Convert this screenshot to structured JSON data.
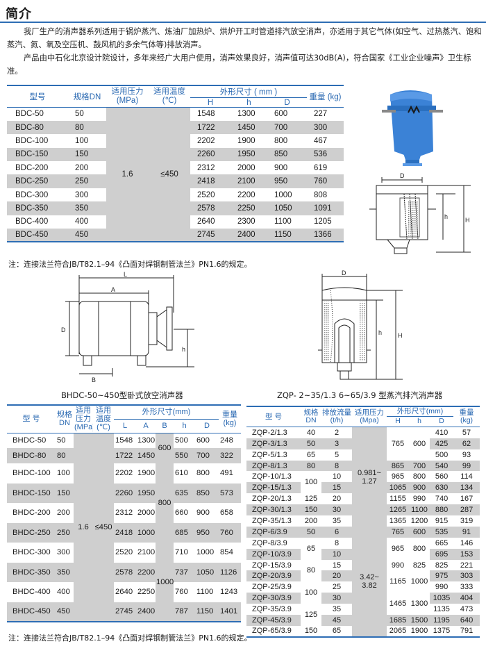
{
  "page_title": "简介",
  "intro": {
    "p1": "我厂生产的消声器系列适用于锅炉蒸汽、炼油厂加热炉、烘炉开工时管道排汽放空消声，亦适用于其它气体(如空气、过热蒸汽、饱和蒸汽、氮、氧及空压机、鼓风机的多余气体等)排放消声。",
    "p2": "产品由中石化北京设计院设计，多年来经广大用户使用，消声效果良好，消声值可达30dB(A)，符合国家《工业企业噪声》卫生标准。"
  },
  "table1": {
    "headers": {
      "model": "型号",
      "dn": "规格DN",
      "pressure": "适用压力",
      "pressure_unit": "(MPa)",
      "temp": "适用温度",
      "temp_unit": "(℃)",
      "dims": "外形尺寸 ( mm )",
      "H": "H",
      "h": "h",
      "D": "D",
      "weight": "重量 (kg)"
    },
    "pressure": "1.6",
    "temp": "≤450",
    "rows": [
      {
        "model": "BDC-50",
        "dn": "50",
        "H": "1548",
        "h": "1300",
        "D": "600",
        "w": "227"
      },
      {
        "model": "BDC-80",
        "dn": "80",
        "H": "1722",
        "h": "1450",
        "D": "700",
        "w": "300"
      },
      {
        "model": "BDC-100",
        "dn": "100",
        "H": "2202",
        "h": "1900",
        "D": "800",
        "w": "467"
      },
      {
        "model": "BDC-150",
        "dn": "150",
        "H": "2260",
        "h": "1950",
        "D": "850",
        "w": "536"
      },
      {
        "model": "BDC-200",
        "dn": "200",
        "H": "2312",
        "h": "2000",
        "D": "900",
        "w": "619"
      },
      {
        "model": "BDC-250",
        "dn": "250",
        "H": "2418",
        "h": "2100",
        "D": "950",
        "w": "760"
      },
      {
        "model": "BDC-300",
        "dn": "300",
        "H": "2520",
        "h": "2200",
        "D": "1000",
        "w": "808"
      },
      {
        "model": "BDC-350",
        "dn": "350",
        "H": "2578",
        "h": "2250",
        "D": "1050",
        "w": "1091"
      },
      {
        "model": "BDC-400",
        "dn": "400",
        "H": "2640",
        "h": "2300",
        "D": "1100",
        "w": "1205"
      },
      {
        "model": "BDC-450",
        "dn": "450",
        "H": "2745",
        "h": "2400",
        "D": "1150",
        "w": "1366"
      }
    ]
  },
  "note": "注：连接法兰符合JB/T82.1–94《凸面对焊钢制管法兰》PN1.6的规定。",
  "drawings": {
    "vertical_labels": {
      "D": "D",
      "H": "H",
      "h": "h"
    },
    "horizontal_labels": {
      "L": "L",
      "A": "A",
      "B": "B",
      "D": "D",
      "h": "h"
    },
    "zqp_labels": {
      "D": "D",
      "H": "H",
      "h": "h"
    },
    "caption_bhdc": "BHDC-50~450型卧式放空消声器",
    "caption_zqp": "ZQP- 2~35/1.3 6~65/3.9 型蒸汽排汽消声器"
  },
  "table2": {
    "headers": {
      "model": "型 号",
      "dn1": "规格",
      "dn2": "DN",
      "p1": "适用",
      "p2": "压力",
      "p3": "(MPa)",
      "t1": "适用",
      "t2": "温度",
      "t3": "(℃)",
      "dims": "外形尺寸(mm)",
      "L": "L",
      "A": "A",
      "B": "B",
      "h": "h",
      "D": "D",
      "w1": "重量",
      "w2": "(kg)"
    },
    "pressure": "1.6",
    "temp": "≤450",
    "B_groups": [
      "600",
      "800",
      "1000"
    ],
    "rows": [
      {
        "model": "BHDC-50",
        "dn": "50",
        "L": "1548",
        "A": "1300",
        "h": "500",
        "D": "600",
        "w": "248"
      },
      {
        "model": "BHDC-80",
        "dn": "80",
        "L": "1722",
        "A": "1450",
        "h": "550",
        "D": "700",
        "w": "322"
      },
      {
        "model": "BHDC-100",
        "dn": "100",
        "L": "2202",
        "A": "1900",
        "h": "610",
        "D": "800",
        "w": "491"
      },
      {
        "model": "BHDC-150",
        "dn": "150",
        "L": "2260",
        "A": "1950",
        "h": "635",
        "D": "850",
        "w": "573"
      },
      {
        "model": "BHDC-200",
        "dn": "200",
        "L": "2312",
        "A": "2000",
        "h": "660",
        "D": "900",
        "w": "658"
      },
      {
        "model": "BHDC-250",
        "dn": "250",
        "L": "2418",
        "A": "1000",
        "h": "685",
        "D": "950",
        "w": "760"
      },
      {
        "model": "BHDC-300",
        "dn": "300",
        "L": "2520",
        "A": "2100",
        "h": "710",
        "D": "1000",
        "w": "854"
      },
      {
        "model": "BHDC-350",
        "dn": "350",
        "L": "2578",
        "A": "2200",
        "h": "737",
        "D": "1050",
        "w": "1126"
      },
      {
        "model": "BHDC-400",
        "dn": "400",
        "L": "2640",
        "A": "2250",
        "h": "760",
        "D": "1100",
        "w": "1243"
      },
      {
        "model": "BHDC-450",
        "dn": "450",
        "L": "2745",
        "A": "2400",
        "h": "787",
        "D": "1150",
        "w": "1401"
      }
    ]
  },
  "table3": {
    "headers": {
      "model": "型 号",
      "dn1": "规格",
      "dn2": "DN",
      "f1": "排放流量",
      "f2": "(t/h)",
      "p1": "适用压力",
      "p2": "(Mpa)",
      "dims": "外形尺寸(mm)",
      "H": "H",
      "h": "h",
      "D": "D",
      "w1": "重量",
      "w2": "(kg)"
    },
    "pressure_a": "0.981~\n1.27",
    "pressure_b": "3.42~\n3.82",
    "rows": [
      {
        "model": "ZQP-2/1.3",
        "dn": "40",
        "flow": "2",
        "D": "410",
        "w": "57"
      },
      {
        "model": "ZQP-3/1.3",
        "dn": "50",
        "flow": "3",
        "D": "425",
        "w": "62"
      },
      {
        "model": "ZQP-5/1.3",
        "dn": "65",
        "flow": "5",
        "D": "500",
        "w": "93"
      },
      {
        "model": "ZQP-8/1.3",
        "dn": "80",
        "flow": "8",
        "D": "540",
        "w": "99"
      },
      {
        "model": "ZQP-10/1.3",
        "dn": "100",
        "flow": "10",
        "D": "560",
        "w": "114"
      },
      {
        "model": "ZQP-15/1.3",
        "dn": "",
        "flow": "15",
        "D": "630",
        "w": "134"
      },
      {
        "model": "ZQP-20/1.3",
        "dn": "125",
        "flow": "20",
        "D": "740",
        "w": "167"
      },
      {
        "model": "ZQP-30/1.3",
        "dn": "150",
        "flow": "30",
        "D": "880",
        "w": "287"
      },
      {
        "model": "ZQP-35/1.3",
        "dn": "200",
        "flow": "35",
        "D": "915",
        "w": "319"
      },
      {
        "model": "ZQP-6/3.9",
        "dn": "50",
        "flow": "6",
        "D": "535",
        "w": "91"
      },
      {
        "model": "ZQP-8/3.9",
        "dn": "65",
        "flow": "8",
        "D": "665",
        "w": "146"
      },
      {
        "model": "ZQP-10/3.9",
        "dn": "",
        "flow": "10",
        "D": "695",
        "w": "153"
      },
      {
        "model": "ZQP-15/3.9",
        "dn": "80",
        "flow": "15",
        "D": "825",
        "w": "221"
      },
      {
        "model": "ZQP-20/3.9",
        "dn": "",
        "flow": "20",
        "D": "975",
        "w": "303"
      },
      {
        "model": "ZQP-25/3.9",
        "dn": "100",
        "flow": "25",
        "D": "990",
        "w": "333"
      },
      {
        "model": "ZQP-30/3.9",
        "dn": "",
        "flow": "30",
        "D": "1035",
        "w": "404"
      },
      {
        "model": "ZQP-35/3.9",
        "dn": "125",
        "flow": "35",
        "D": "1135",
        "w": "473"
      },
      {
        "model": "ZQP-45/3.9",
        "dn": "",
        "flow": "45",
        "D": "1195",
        "w": "640"
      },
      {
        "model": "ZQP-65/3.9",
        "dn": "150",
        "flow": "65",
        "D": "1375",
        "w": "791"
      }
    ],
    "Hh_groups": [
      {
        "H": "765",
        "h": "600"
      },
      {
        "H": "865",
        "h": "700"
      },
      {
        "H": "965",
        "h": "800"
      },
      {
        "H": "1065",
        "h": "900"
      },
      {
        "H": "1155",
        "h": "990"
      },
      {
        "H": "1265",
        "h": "1100"
      },
      {
        "H": "1365",
        "h": "1200"
      },
      {
        "H": "765",
        "h": "600"
      },
      {
        "H": "965",
        "h": "800"
      },
      {
        "H": "990",
        "h": "825"
      },
      {
        "H": "1165",
        "h": "1000"
      },
      {
        "H": "1465",
        "h": "1300"
      },
      {
        "H": "1685",
        "h": "1500"
      },
      {
        "H": "2065",
        "h": "1900"
      }
    ]
  }
}
